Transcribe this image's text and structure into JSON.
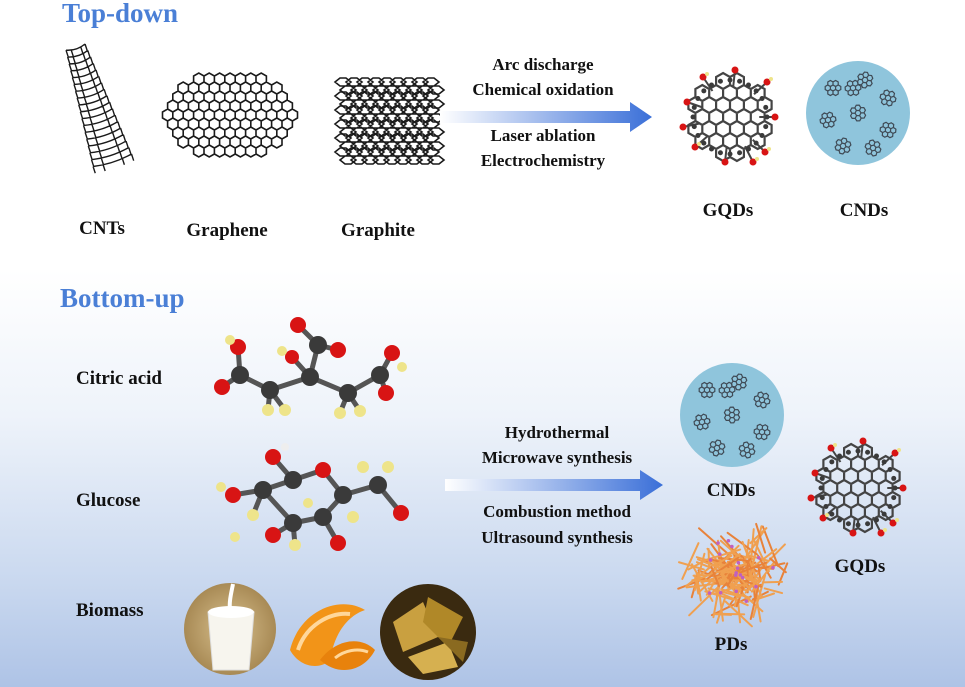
{
  "top_down": {
    "title": "Top-down",
    "precursors": [
      "CNTs",
      "Graphene",
      "Graphite"
    ],
    "methods": [
      "Arc discharge",
      "Chemical oxidation",
      "Laser ablation",
      "Electrochemistry"
    ],
    "products": [
      "GQDs",
      "CNDs"
    ]
  },
  "bottom_up": {
    "title": "Bottom-up",
    "precursors": [
      "Citric acid",
      "Glucose",
      "Biomass"
    ],
    "methods": [
      "Hydrothermal",
      "Microwave synthesis",
      "Combustion method",
      "Ultrasound synthesis"
    ],
    "products": [
      "CNDs",
      "PDs",
      "GQDs"
    ]
  },
  "colors": {
    "title": "#4a7fd6",
    "arrow_start": "#ffffff",
    "arrow_end": "#3a6fd8",
    "cnd_sphere": "#8fc5dc",
    "oxygen": "#d81414",
    "hydrogen": "#eee48a",
    "carbon": "#3a3a3a",
    "pd_fiber": "#f0a050"
  },
  "icons": {
    "cnt": "carbon-nanotube-icon",
    "graphene": "graphene-sheet-icon",
    "graphite": "graphite-layers-icon",
    "gqd": "graphene-quantum-dot-icon",
    "cnd": "carbon-nanodot-icon",
    "pd": "polymer-dot-icon",
    "citric": "citric-acid-molecule-icon",
    "glucose": "glucose-molecule-icon",
    "milk": "milk-glass-icon",
    "orange": "orange-peel-icon",
    "leaves": "dried-leaves-icon"
  }
}
